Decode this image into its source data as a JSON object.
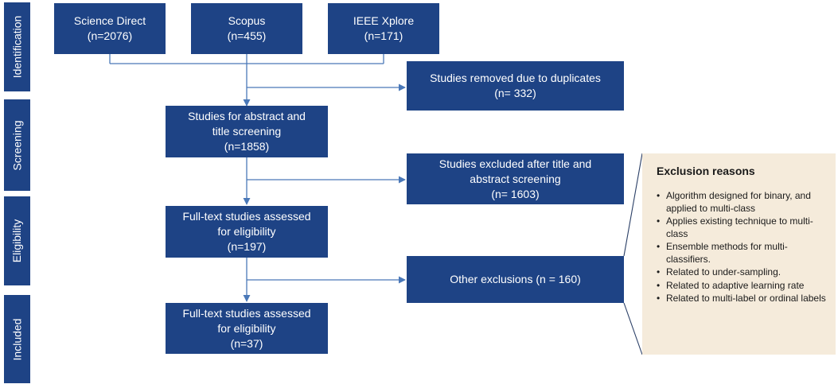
{
  "phases": [
    "Identification",
    "Screening",
    "Eligibility",
    "Included"
  ],
  "sources": [
    {
      "name": "Science Direct",
      "count": "(n=2076)"
    },
    {
      "name": "Scopus",
      "count": "(n=455)"
    },
    {
      "name": "IEEE Xplore",
      "count": "(n=171)"
    }
  ],
  "duplicates": {
    "line1": "Studies removed due to duplicates",
    "line2": "(n= 332)"
  },
  "screening": {
    "line1": "Studies for abstract and",
    "line2": "title screening",
    "line3": "(n=1858)"
  },
  "excluded_screening": {
    "line1": "Studies excluded after title and",
    "line2": "abstract screening",
    "line3": "(n= 1603)"
  },
  "eligibility": {
    "line1": "Full-text studies assessed",
    "line2": "for eligibility",
    "line3": "(n=197)"
  },
  "other_exclusions": {
    "label": "Other exclusions (n = 160)"
  },
  "included": {
    "line1": "Full-text studies assessed",
    "line2": "for eligibility",
    "line3": "(n=37)"
  },
  "exclusion_reasons": {
    "title": "Exclusion reasons",
    "items": [
      "Algorithm designed for binary, and applied to multi-class",
      "Applies existing technique to multi-class",
      "Ensemble methods for multi-classifiers.",
      "Related to under-sampling.",
      "Related to adaptive learning rate",
      "Related to multi-label or ordinal labels"
    ]
  },
  "colors": {
    "box": "#1e4385",
    "connector": "#4a78b8",
    "panel": "#f5ebdb"
  }
}
